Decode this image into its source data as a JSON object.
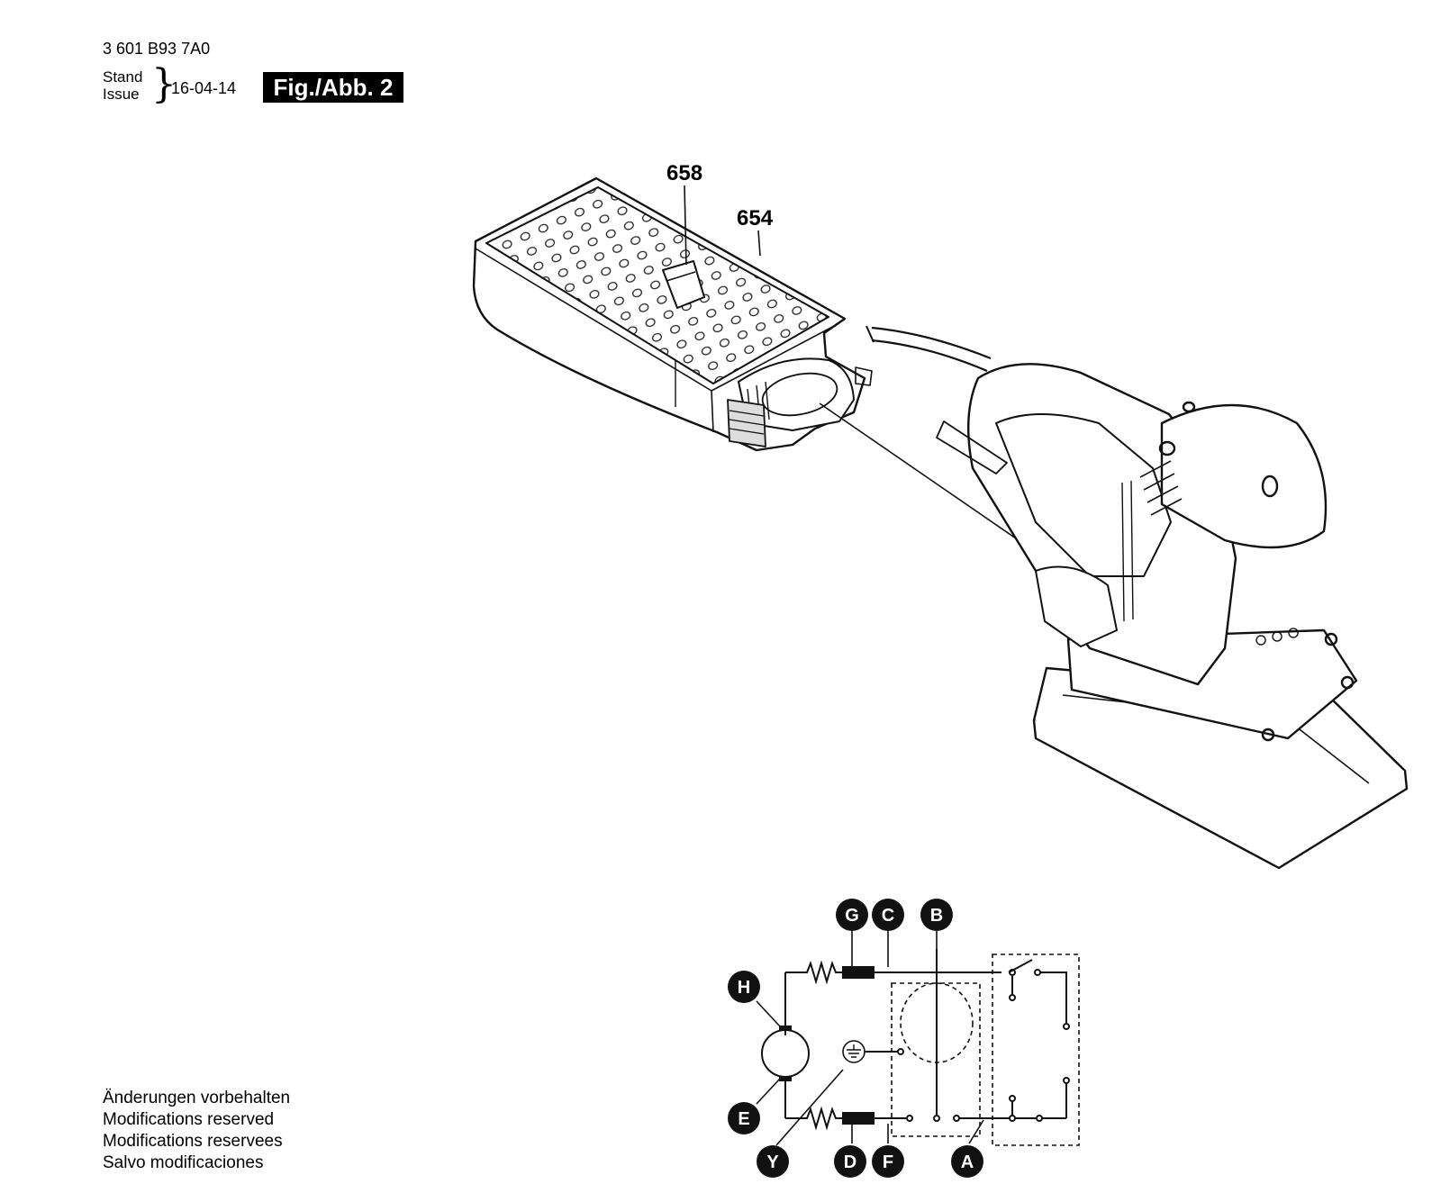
{
  "header": {
    "part_number": "3 601 B93 7A0",
    "stand": "Stand",
    "issue": "Issue",
    "date": "16-04-14",
    "figure": "Fig./Abb. 2"
  },
  "callouts": {
    "p658": "658",
    "p654": "654"
  },
  "wiring": {
    "G": "G",
    "C": "C",
    "B": "B",
    "H": "H",
    "E": "E",
    "Y": "Y",
    "D": "D",
    "F": "F",
    "A": "A"
  },
  "footer": {
    "line1": "Änderungen vorbehalten",
    "line2": "Modifications reserved",
    "line3": "Modifications reservees",
    "line4": "Salvo modificaciones"
  }
}
